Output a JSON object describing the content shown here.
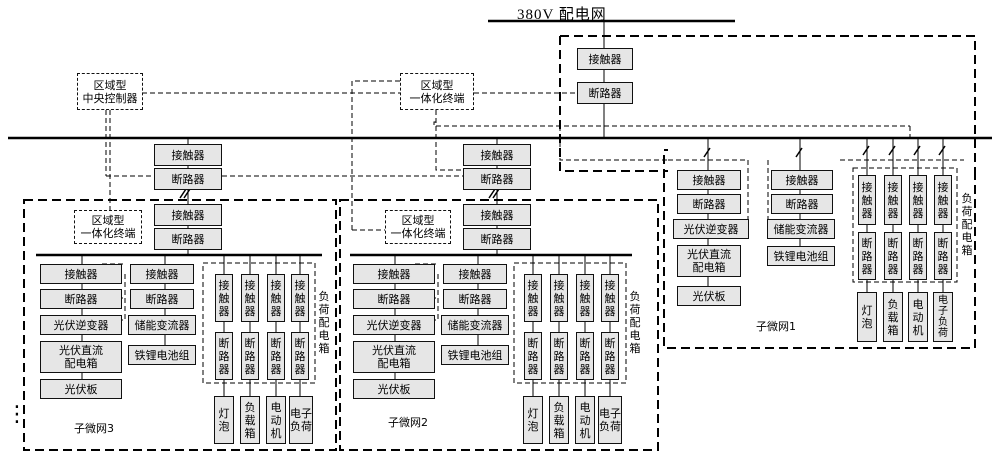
{
  "grid_title": "380V   配电网",
  "controller": "区域型\n中央控制器",
  "terminal": "区域型\n一体化终端",
  "contactor": "接触器",
  "breaker": "断路器",
  "contactor_v": "接\n触\n器",
  "breaker_v": "断\n路\n器",
  "pv_inverter": "光伏逆变器",
  "pv_dc_box": "光伏直流\n配电箱",
  "pv_panel": "光伏板",
  "storage_converter": "储能变流器",
  "battery": "铁锂电池组",
  "load_box_label": "负\n荷\n配\n电\n箱",
  "loads": [
    "灯\n泡",
    "负\n载\n箱",
    "电\n动\n机",
    "电子\n负荷"
  ],
  "loads_mg1": [
    "灯\n泡",
    "负\n载\n箱",
    "电\n动\n机",
    "电\n子\n负\n荷"
  ],
  "mg1_label": "子微网1",
  "mg2_label": "子微网2",
  "mg3_label": "子微网3",
  "ellipsis": "⋮"
}
